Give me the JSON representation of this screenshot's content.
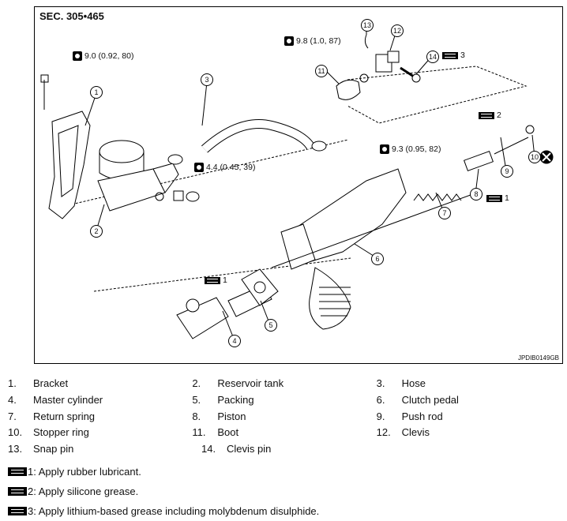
{
  "figure": {
    "section": "SEC. 305•465",
    "figure_id": "JPDIB0149GB",
    "torques": [
      "9.0 (0.92, 80)",
      "9.8 (1.0, 87)",
      "4.4 (0.45, 39)",
      "9.3 (0.95, 82)"
    ],
    "lube_marks": [
      "3",
      "2",
      "1",
      "1"
    ],
    "callouts": [
      "1",
      "2",
      "3",
      "4",
      "5",
      "6",
      "7",
      "8",
      "9",
      "10",
      "11",
      "12",
      "13",
      "14"
    ]
  },
  "parts": [
    [
      {
        "num": "1.",
        "name": "Bracket"
      },
      {
        "num": "2.",
        "name": "Reservoir tank"
      },
      {
        "num": "3.",
        "name": "Hose"
      }
    ],
    [
      {
        "num": "4.",
        "name": "Master cylinder"
      },
      {
        "num": "5.",
        "name": "Packing"
      },
      {
        "num": "6.",
        "name": "Clutch pedal"
      }
    ],
    [
      {
        "num": "7.",
        "name": "Return spring"
      },
      {
        "num": "8.",
        "name": "Piston"
      },
      {
        "num": "9.",
        "name": "Push rod"
      }
    ],
    [
      {
        "num": "10.",
        "name": "Stopper ring"
      },
      {
        "num": "11.",
        "name": "Boot"
      },
      {
        "num": "12.",
        "name": "Clevis"
      }
    ],
    [
      {
        "num": "13.",
        "name": "Snap pin"
      },
      {
        "num": "14.",
        "name": "Clevis pin"
      }
    ]
  ],
  "notes": [
    "1: Apply rubber lubricant.",
    "2: Apply silicone grease.",
    "3: Apply lithium-based grease including molybdenum disulphide."
  ]
}
